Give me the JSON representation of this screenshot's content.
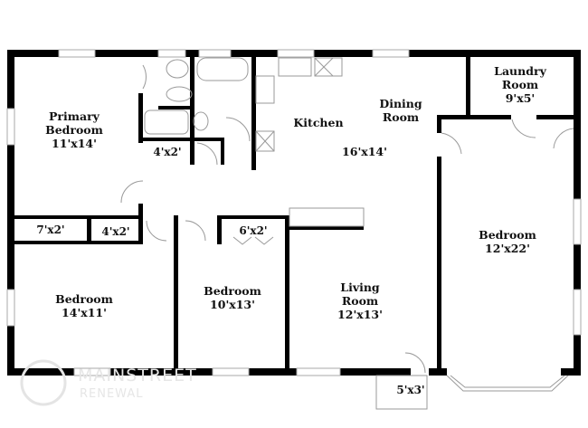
{
  "floorplan": {
    "rooms": [
      {
        "name": "Primary Bedroom",
        "dimensions": "11'x14'"
      },
      {
        "name": "Kitchen",
        "dimensions": ""
      },
      {
        "name": "Dining Room",
        "dimensions": ""
      },
      {
        "name": "Kitchen / Dining",
        "dimensions": "16'x14'"
      },
      {
        "name": "Laundry Room",
        "dimensions": "9'x5'"
      },
      {
        "name": "Bedroom",
        "dimensions": "12'x22'"
      },
      {
        "name": "Bedroom",
        "dimensions": "14'x11'"
      },
      {
        "name": "Bedroom",
        "dimensions": "10'x13'"
      },
      {
        "name": "Living Room",
        "dimensions": "12'x13'"
      }
    ],
    "closets": [
      {
        "dimensions": "4'x2'"
      },
      {
        "dimensions": "7'x2'"
      },
      {
        "dimensions": "4'x2'"
      },
      {
        "dimensions": "6'x2'"
      },
      {
        "dimensions": "5'x3'"
      }
    ],
    "labels": {
      "primary_line1": "Primary",
      "primary_line2": "Bedroom",
      "primary_dim": "11'x14'",
      "kitchen": "Kitchen",
      "dining_line1": "Dining",
      "dining_line2": "Room",
      "kitchen_dim": "16'x14'",
      "laundry_line1": "Laundry",
      "laundry_line2": "Room",
      "laundry_dim": "9'x5'",
      "bedroom_east": "Bedroom",
      "bedroom_east_dim": "12'x22'",
      "bedroom_sw": "Bedroom",
      "bedroom_sw_dim": "14'x11'",
      "bedroom_mid": "Bedroom",
      "bedroom_mid_dim": "10'x13'",
      "living_line1": "Living",
      "living_line2": "Room",
      "living_dim": "12'x13'",
      "closet_bath": "4'x2'",
      "closet_7x2": "7'x2'",
      "closet_4x2": "4'x2'",
      "closet_6x2": "6'x2'",
      "porch": "5'x3'"
    },
    "watermark": {
      "line1": "MAINSTREET",
      "line2": "RENEWAL"
    },
    "colors": {
      "wall": "#000000",
      "fixture": "#9a9a9a",
      "background": "#ffffff",
      "watermark": "#e6e6e6"
    }
  }
}
